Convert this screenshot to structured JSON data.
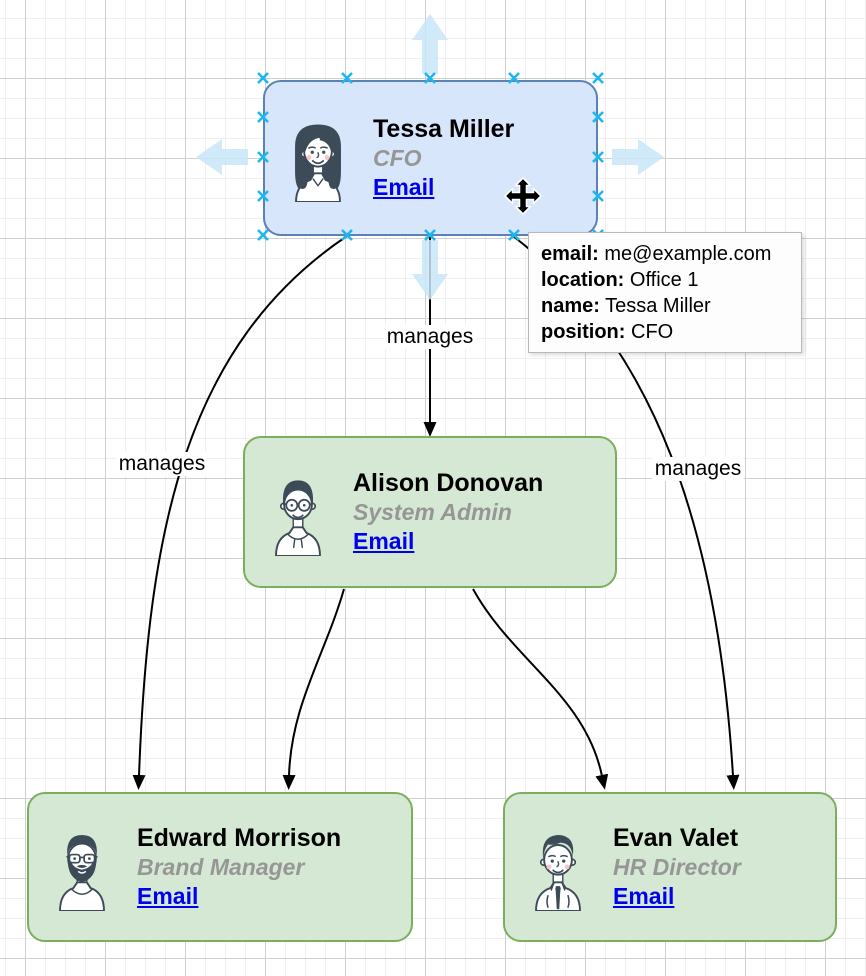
{
  "nodes": [
    {
      "name": "Tessa Miller",
      "role": "CFO",
      "email_label": "Email",
      "selected": true,
      "avatar": "woman"
    },
    {
      "name": "Alison Donovan",
      "role": "System Admin",
      "email_label": "Email",
      "selected": false,
      "avatar": "man-glasses"
    },
    {
      "name": "Edward Morrison",
      "role": "Brand Manager",
      "email_label": "Email",
      "selected": false,
      "avatar": "man-beard"
    },
    {
      "name": "Evan Valet",
      "role": "HR Director",
      "email_label": "Email",
      "selected": false,
      "avatar": "man-suit"
    }
  ],
  "edges": [
    {
      "from": "Tessa Miller",
      "to": "Edward Morrison",
      "label": "manages"
    },
    {
      "from": "Tessa Miller",
      "to": "Alison Donovan",
      "label": "manages"
    },
    {
      "from": "Tessa Miller",
      "to": "Evan Valet",
      "label": "manages"
    },
    {
      "from": "Alison Donovan",
      "to": "Edward Morrison"
    },
    {
      "from": "Alison Donovan",
      "to": "Evan Valet"
    }
  ],
  "tooltip": {
    "rows": [
      {
        "label": "email:",
        "value": "me@example.com"
      },
      {
        "label": "location:",
        "value": "Office 1"
      },
      {
        "label": "name:",
        "value": "Tessa Miller"
      },
      {
        "label": "position:",
        "value": "CFO"
      }
    ]
  },
  "colors": {
    "selected_fill": "#d7e6fb",
    "selected_border": "#5a82b4",
    "node_fill": "#d5e8d4",
    "node_border": "#7cae5d",
    "link": "#0000ee",
    "role_text": "#969696",
    "connection_marker": "#1db7f0",
    "hover_arrow": "#c8e6f8",
    "edge": "#000000"
  }
}
